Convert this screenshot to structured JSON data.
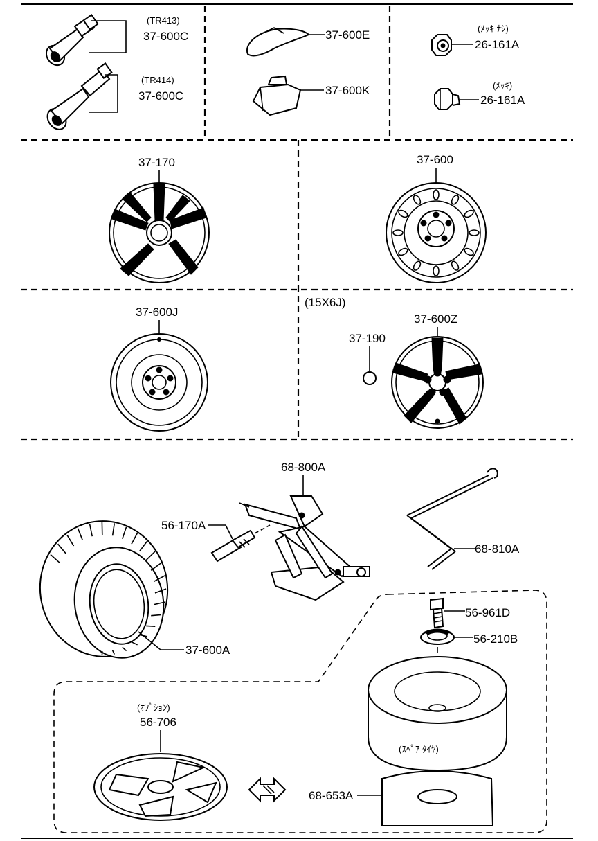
{
  "labels": {
    "tr413": "(TR413)",
    "valve_a": "37-600C",
    "tr414": "(TR414)",
    "valve_b": "37-600C",
    "weight_e": "37-600E",
    "weight_k": "37-600K",
    "nut_a_note": "(ﾒｯｷ ﾅｼ)",
    "nut_a": "26-161A",
    "nut_b_note": "(ﾒｯｷ)",
    "nut_b": "26-161A",
    "wheel_cover": "37-170",
    "steel_wheel": "37-600",
    "spare_wheel": "37-600J",
    "size_note": "(15X6J)",
    "cap": "37-190",
    "alloy_wheel": "37-600Z",
    "jack": "68-800A",
    "jack_handle": "56-170A",
    "wrench": "68-810A",
    "tire": "37-600A",
    "bolt": "56-961D",
    "bracket": "56-210B",
    "option_note": "(ｵﾌﾟｼｮﾝ)",
    "spacer": "56-706",
    "spare_tire_note": "(ｽﾍﾟｱ ﾀｲﾔ)",
    "spare_mat": "68-653A"
  }
}
